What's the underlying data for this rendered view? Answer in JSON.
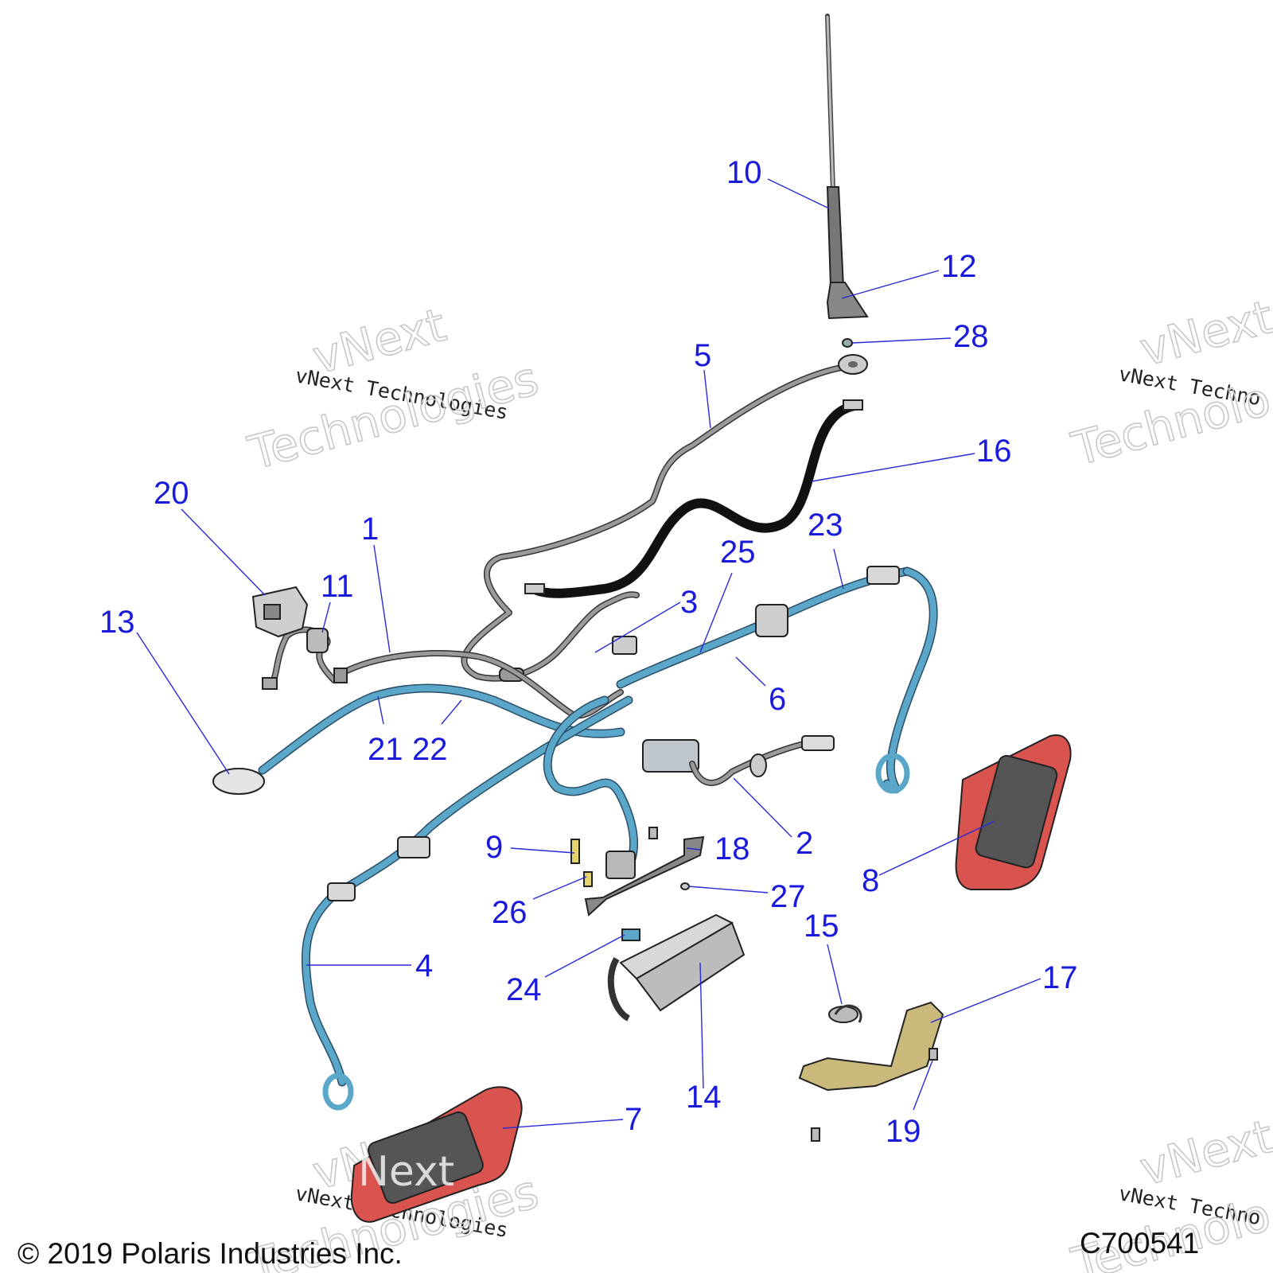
{
  "callouts": [
    {
      "id": "1",
      "label": "1"
    },
    {
      "id": "2",
      "label": "2"
    },
    {
      "id": "3",
      "label": "3"
    },
    {
      "id": "4",
      "label": "4"
    },
    {
      "id": "5",
      "label": "5"
    },
    {
      "id": "6",
      "label": "6"
    },
    {
      "id": "7",
      "label": "7"
    },
    {
      "id": "8",
      "label": "8"
    },
    {
      "id": "9",
      "label": "9"
    },
    {
      "id": "10",
      "label": "10"
    },
    {
      "id": "11",
      "label": "11"
    },
    {
      "id": "12",
      "label": "12"
    },
    {
      "id": "13",
      "label": "13"
    },
    {
      "id": "14",
      "label": "14"
    },
    {
      "id": "15",
      "label": "15"
    },
    {
      "id": "16",
      "label": "16"
    },
    {
      "id": "17",
      "label": "17"
    },
    {
      "id": "18",
      "label": "18"
    },
    {
      "id": "19",
      "label": "19"
    },
    {
      "id": "20",
      "label": "20"
    },
    {
      "id": "21",
      "label": "21"
    },
    {
      "id": "22",
      "label": "22"
    },
    {
      "id": "23",
      "label": "23"
    },
    {
      "id": "24",
      "label": "24"
    },
    {
      "id": "25",
      "label": "25"
    },
    {
      "id": "26",
      "label": "26"
    },
    {
      "id": "27",
      "label": "27"
    },
    {
      "id": "28",
      "label": "28"
    }
  ],
  "watermark": {
    "small_text": "vNext Technologies",
    "big_line1": "vNext",
    "big_line2": "Technologies",
    "partial_small": "vNext Techno",
    "partial_big1": "vNext",
    "partial_big2": "Technolo",
    "logo_text": "Next"
  },
  "footer": {
    "copyright": "© 2019 Polaris Industries Inc.",
    "figure_id": "C700541"
  },
  "colors": {
    "callout": "#1a1adb",
    "harness": "#5aa7c9",
    "speaker": "#d9534f",
    "bracket": "#c9b97a"
  }
}
